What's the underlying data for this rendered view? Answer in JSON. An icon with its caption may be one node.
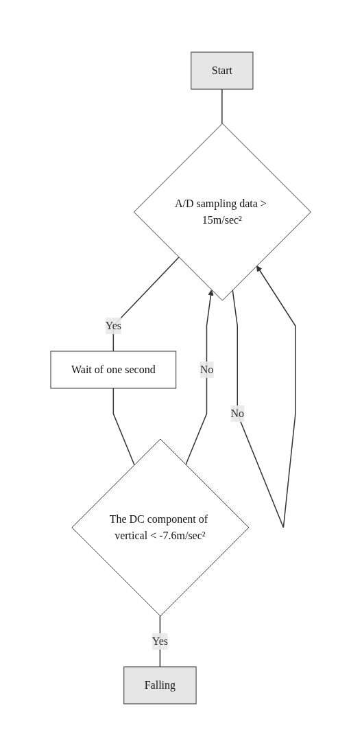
{
  "diagram": {
    "nodes": [
      {
        "text": [
          "Start"
        ]
      },
      {
        "text": [
          "A/D sampling data > 15m/sec²"
        ]
      },
      {
        "text": [
          "Wait of one second"
        ]
      },
      {
        "text": [
          "The DC component of vertical < -7.6m/sec²"
        ]
      },
      {
        "text": [
          "Falling"
        ]
      }
    ],
    "edges": [
      {
        "from": 0,
        "to": 1,
        "arrow": "none"
      },
      {
        "from": 1,
        "to": 1,
        "label": "No",
        "arrow": "to"
      },
      {
        "from": 1,
        "to": 2,
        "label": "Yes",
        "arrow": "none"
      },
      {
        "from": 2,
        "to": 3,
        "arrow": "none"
      },
      {
        "from": 3,
        "to": 1,
        "label": "No",
        "arrow": "to"
      },
      {
        "from": 3,
        "to": 4,
        "label": "Yes",
        "arrow": "none"
      }
    ]
  }
}
